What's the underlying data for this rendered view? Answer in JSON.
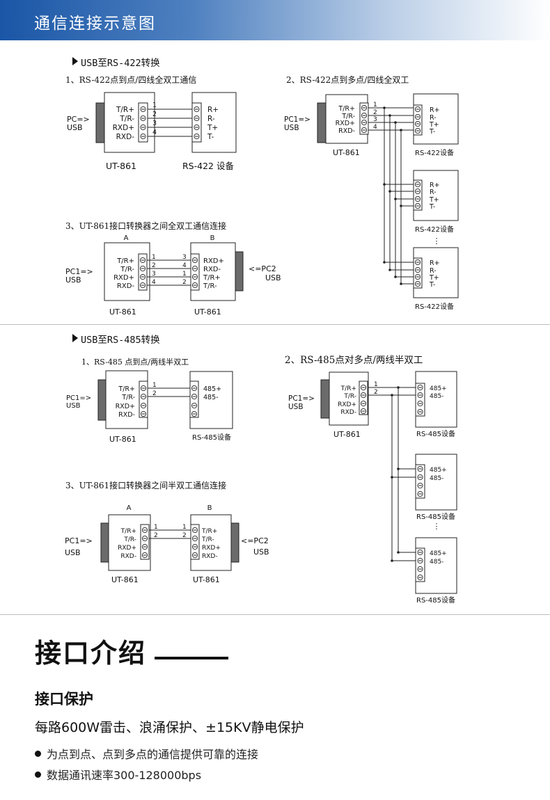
{
  "header": {
    "title": "通信连接示意图"
  },
  "sections": {
    "s422": {
      "title": "USB至RS-422转换",
      "d1": {
        "caption": "1、RS-422点到点/四线全双工通信",
        "pc": "PC=>",
        "usb": "USB",
        "converter": "UT-861",
        "device": "RS-422 设备",
        "left_pins": [
          "T/R+",
          "T/R-",
          "RXD+",
          "RXD-"
        ],
        "right_pins": [
          "R+",
          "R-",
          "T+",
          "T-"
        ],
        "wires": [
          "1",
          "2",
          "3",
          "4"
        ]
      },
      "d2": {
        "caption": "2、RS-422点到多点/四线全双工",
        "pc": "PC1=>",
        "usb": "USB",
        "converter": "UT-861",
        "left_pins": [
          "T/R+",
          "T/R-",
          "RXD+",
          "RXD-"
        ],
        "right_pins": [
          "R+",
          "R-",
          "T+",
          "T-"
        ],
        "wires": [
          "1",
          "2",
          "3",
          "4"
        ],
        "device": "RS-422设备",
        "ellipsis": "⋮"
      },
      "d3": {
        "caption": "3、UT-861接口转换器之间全双工通信连接",
        "a": "A",
        "b": "B",
        "pc1": "PC1=>",
        "usb1": "USB",
        "pc2": "<=PC2",
        "usb2": "USB",
        "converter": "UT-861",
        "left_pins": [
          "T/R+",
          "T/R-",
          "RXD+",
          "RXD-"
        ],
        "right_pins": [
          "RXD+",
          "RXD-",
          "T/R+",
          "T/R-"
        ],
        "left_wires": [
          "1",
          "2",
          "3",
          "4"
        ],
        "right_wires": [
          "3",
          "4",
          "1",
          "2"
        ]
      }
    },
    "s485": {
      "title": "USB至RS-485转换",
      "d1": {
        "caption": "1、RS-485 点到点/两线半双工",
        "pc": "PC1=>",
        "usb": "USB",
        "converter": "UT-861",
        "device": "RS-485设备",
        "left_pins": [
          "T/R+",
          "T/R-",
          "RXD+",
          "RXD-"
        ],
        "right_pins": [
          "485+",
          "485-"
        ],
        "wires": [
          "1",
          "2"
        ]
      },
      "d2": {
        "caption": "2、RS-485点对多点/两线半双工",
        "pc": "PC1=>",
        "usb": "USB",
        "converter": "UT-861",
        "device": "RS-485设备",
        "left_pins": [
          "T/R+",
          "T/R-",
          "RXD+",
          "RXD-"
        ],
        "right_pins": [
          "485+",
          "485-"
        ],
        "wires": [
          "1",
          "2"
        ],
        "ellipsis": "⋮"
      },
      "d3": {
        "caption": "3、UT-861接口转换器之间半双工通信连接",
        "a": "A",
        "b": "B",
        "pc1": "PC1=>",
        "usb1": "USB",
        "pc2": "<=PC2",
        "usb2": "USB",
        "converter": "UT-861",
        "pins": [
          "T/R+",
          "T/R-",
          "RXD+",
          "RXD-"
        ],
        "left_wires": [
          "1",
          "2"
        ],
        "right_wires": [
          "1",
          "2"
        ]
      }
    }
  },
  "intro": {
    "title": "接口介绍",
    "protect_title": "接口保护",
    "protect_desc": "每路600W雷击、浪涌保护、±15KV静电保护",
    "bullets": [
      "为点到点、点到多点的通信提供可靠的连接",
      "数据通讯速率300-128000bps"
    ]
  }
}
